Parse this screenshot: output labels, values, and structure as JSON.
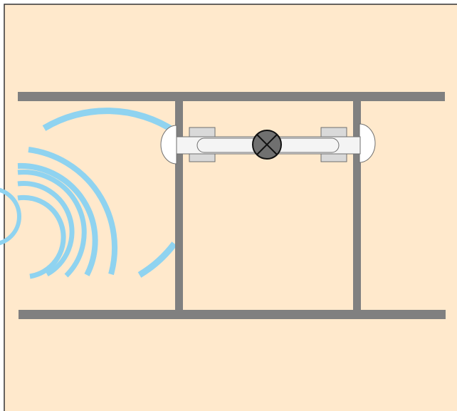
{
  "diagram": {
    "colors": {
      "background": "#FFE9CC",
      "border": "#333333",
      "rail": "#808080",
      "wave": "#8FD3F0",
      "tube_fill": "#F4F4F4",
      "tube_stroke": "#6E6E6E",
      "bracket_fill": "#D9D9D9",
      "end_cap_fill": "#FFFFFF",
      "lamp_fill": "#707070",
      "lamp_cross": "#111111"
    },
    "icons": {
      "lamp": "cross-circle",
      "wave": "arc"
    },
    "wave_count": 7
  }
}
